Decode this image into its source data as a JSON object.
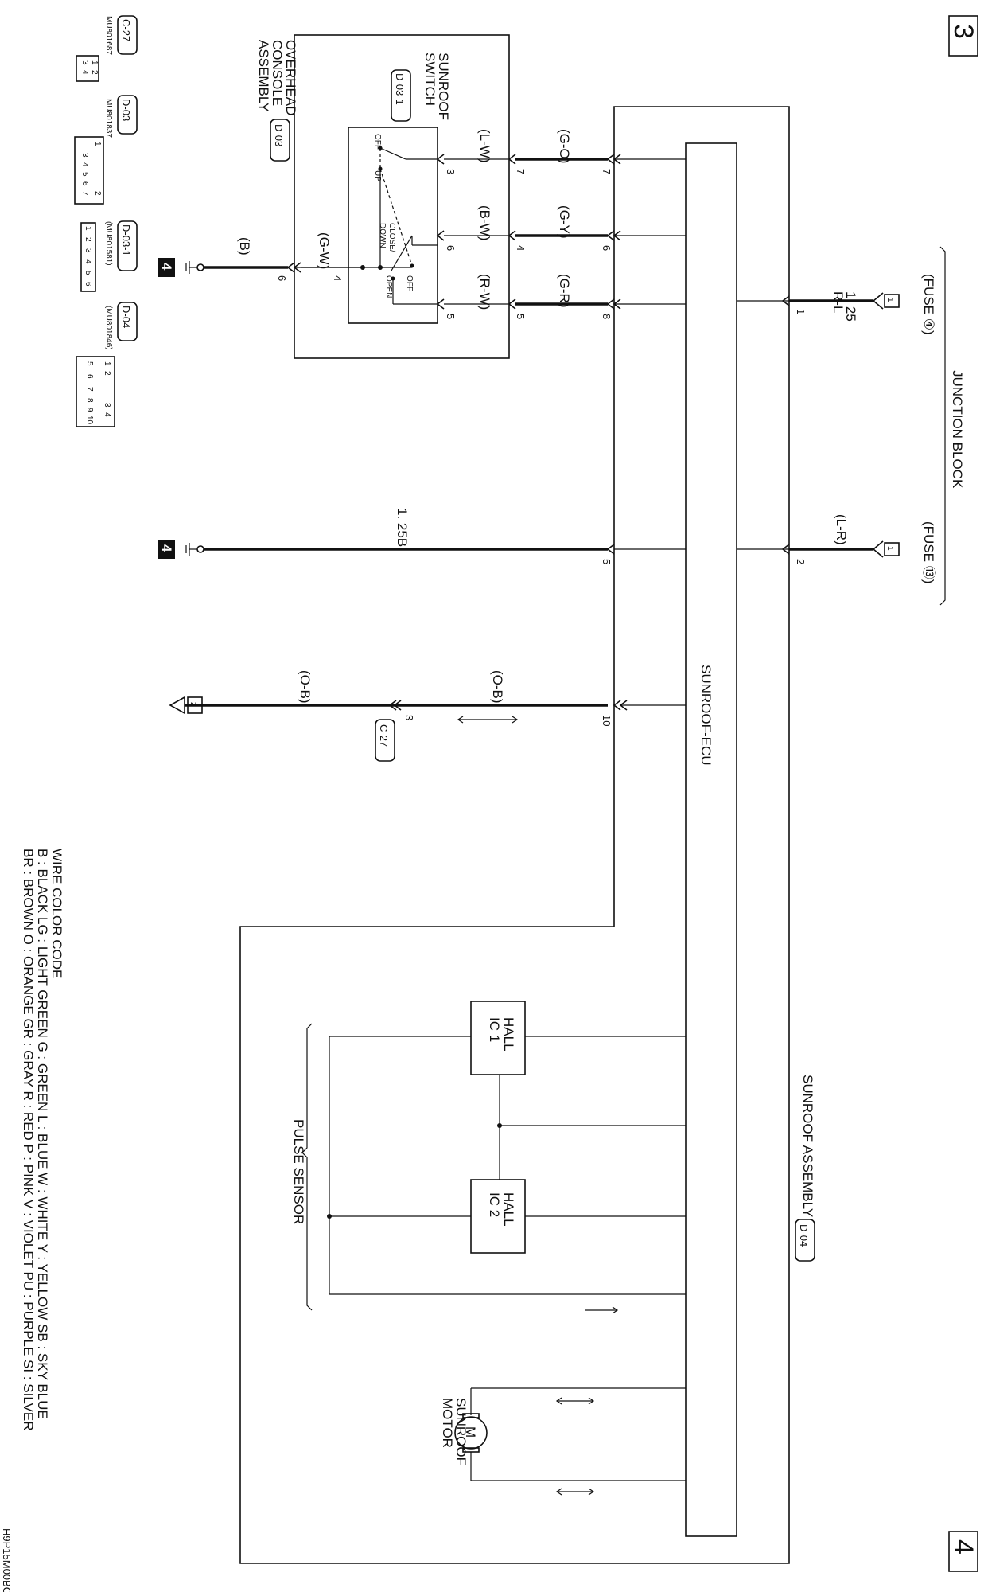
{
  "page_numbers": {
    "top": "3",
    "bottom": "4"
  },
  "drawing_code": "H9P15M00BC",
  "blocks": {
    "junction_block": "JUNCTION BLOCK",
    "fuse_a": "(FUSE ④)",
    "fuse_b": "(FUSE ⑬)",
    "fuse_a_pin": "1",
    "fuse_b_pin": "1",
    "sunroof_ecu": "SUNROOF-ECU",
    "sunroof_assembly": "SUNROOF ASSEMBLY",
    "sunroof_assembly_conn": "D-04",
    "overhead_console_1": "OVERHEAD",
    "overhead_console_2": "CONSOLE",
    "overhead_console_3": "ASSEMBLY",
    "overhead_console_conn": "D-03",
    "sunroof_switch_1": "SUNROOF",
    "sunroof_switch_2": "SWITCH",
    "sunroof_switch_conn": "D-03-1",
    "hall_ic1_a": "HALL",
    "hall_ic1_b": "IC 1",
    "hall_ic2_a": "HALL",
    "hall_ic2_b": "IC 2",
    "pulse_sensor": "PULSE SENSOR",
    "motor_1": "SUNROOF",
    "motor_2": "MOTOR",
    "motor_symbol": "M",
    "ground_mark": "4",
    "connector_c27": "C-27",
    "connector_mark_2": "2"
  },
  "switch_labels": {
    "off_a": "OFF",
    "up": "UP",
    "close_down_1": "CLOSE/",
    "close_down_2": "DOWN",
    "off_b": "OFF",
    "open": "OPEN"
  },
  "wires": {
    "w1_color": "(G-O)",
    "w1_pin_ecu": "7",
    "w1_pin_d03": "7",
    "w1_color2": "(L-W)",
    "w1_pin_sw": "3",
    "w2_color": "(G-Y)",
    "w2_pin_ecu": "6",
    "w2_pin_d03": "4",
    "w2_color2": "(B-W)",
    "w2_pin_sw": "6",
    "w3_color": "(G-R)",
    "w3_pin_ecu": "8",
    "w3_pin_d03": "5",
    "w3_color2": "(R-W)",
    "w3_pin_sw": "5",
    "w4_color": "(G-W)",
    "w4_pin_sw": "4",
    "w4_pin_d03": "6",
    "w4_color2": "(B)",
    "fuse4_wire": "1. 25",
    "fuse4_wire2": "R-L",
    "fuse4_pin": "1",
    "fuse13_wire": "(L-R)",
    "fuse13_pin": "2",
    "ground_wire": "1. 25B",
    "ground_pin": "5",
    "ob_color": "(O-B)",
    "ob_pin_ecu": "10",
    "ob_color2": "(O-B)",
    "ob_pin_c27": "3"
  },
  "connector_diagrams": [
    {
      "name": "C-27",
      "code": "MU801687",
      "pins": [
        "1",
        "2",
        "3",
        "4"
      ]
    },
    {
      "name": "D-03",
      "code": "MU801837",
      "pins": [
        "1",
        "2",
        "3",
        "4",
        "5",
        "6",
        "7"
      ]
    },
    {
      "name": "D-03-1",
      "code": "(MU801581)",
      "pins": [
        "1",
        "2",
        "3",
        "4",
        "5",
        "6"
      ]
    },
    {
      "name": "D-04",
      "code": "(MU801846)",
      "pins": [
        "1",
        "2",
        "3",
        "4",
        "5",
        "6",
        "7",
        "8",
        "9",
        "10"
      ]
    }
  ],
  "legend": {
    "title": "WIRE COLOR CODE",
    "line1": "B : BLACK    LG : LIGHT GREEN    G : GREEN    L : BLUE    W : WHITE    Y : YELLOW    SB : SKY BLUE",
    "line2": "BR : BROWN    O : ORANGE    GR : GRAY    R : RED    P : PINK    V : VIOLET    PU : PURPLE    SI : SILVER"
  }
}
